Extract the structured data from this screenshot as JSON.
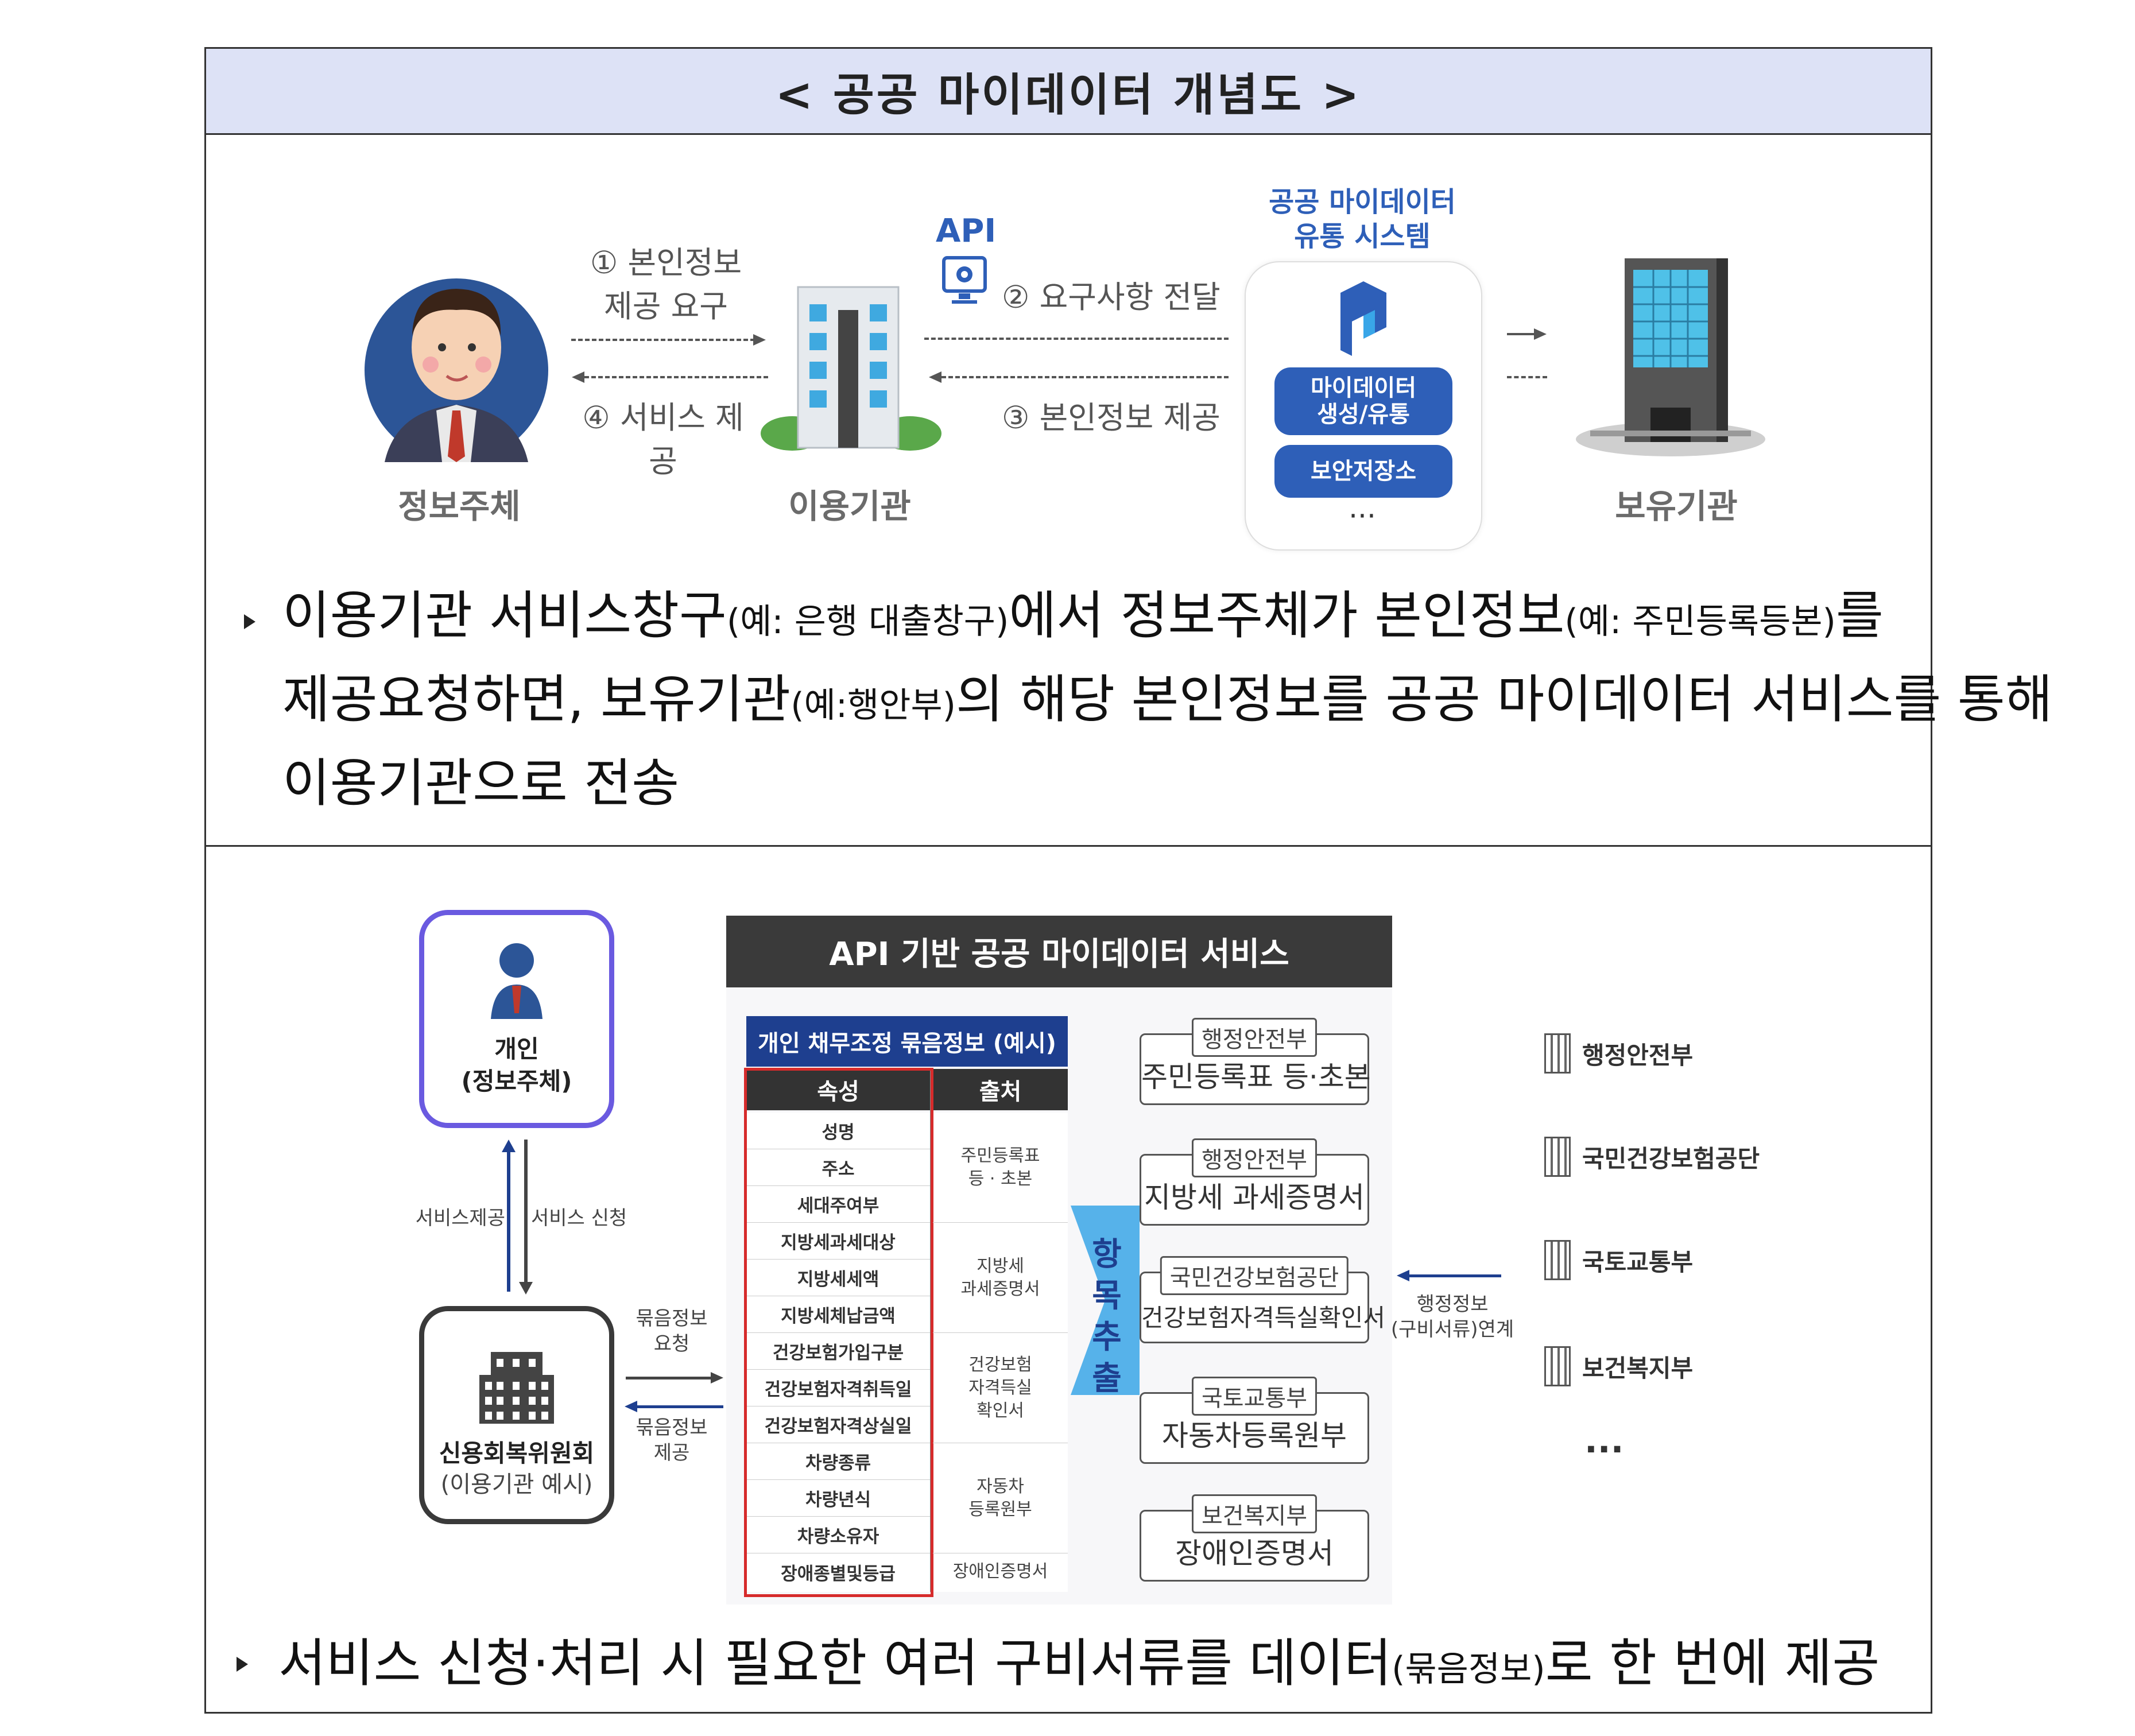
{
  "title": "< 공공 마이데이터 개념도 >",
  "top_diagram": {
    "subject_label": "정보주체",
    "user_org_label": "이용기관",
    "holder_label": "보유기관",
    "api_label": "API",
    "system_title_1": "공공 마이데이터",
    "system_title_2": "유통 시스템",
    "step1_line1": "① 본인정보",
    "step1_line2": "제공 요구",
    "step2": "② 요구사항 전달",
    "step3": "③ 본인정보 제공",
    "step4": "④ 서비스 제공",
    "pill1_line1": "마이데이터",
    "pill1_line2": "생성/유통",
    "pill2": "보안저장소",
    "ellipsis": "···"
  },
  "bullet1": {
    "p1": "이용기관 서비스창구",
    "p2": "(예: 은행 대출창구)",
    "p3": "에서 정보주체가 본인정보",
    "p4": "(예: 주민등록등본)",
    "p5": "를",
    "p6": "제공요청하면, 보유기관",
    "p7": "(예:행안부)",
    "p8": "의 해당 본인정보를 공공 마이데이터 서비스를 통해",
    "p9": "이용기관으로 전송"
  },
  "bottom_diagram": {
    "individual_line1": "개인",
    "individual_line2": "(정보주체)",
    "service_provide": "서비스제공",
    "service_apply": "서비스 신청",
    "agency_line1": "신용회복위원회",
    "agency_line2": "(이용기관 예시)",
    "bundle_request_1": "묶음정보",
    "bundle_request_2": "요청",
    "bundle_provide_1": "묶음정보",
    "bundle_provide_2": "제공",
    "panel_title": "API 기반 공공 마이데이터 서비스",
    "table_title": "개인 채무조정 묶음정보 (예시)",
    "col_attr": "속성",
    "col_source": "출처",
    "attributes": [
      "성명",
      "주소",
      "세대주여부",
      "지방세과세대상",
      "지방세세액",
      "지방세체납금액",
      "건강보험가입구분",
      "건강보험자격취득일",
      "건강보험자격상실일",
      "차량종류",
      "차량년식",
      "차량소유자",
      "장애종별및등급"
    ],
    "sources": [
      {
        "line1": "주민등록표",
        "line2": "등 · 초본"
      },
      {
        "line1": "지방세",
        "line2": "과세증명서"
      },
      {
        "line1": "건강보험",
        "line2": "자격득실",
        "line3": "확인서"
      },
      {
        "line1": "자동차",
        "line2": "등록원부"
      },
      {
        "line1": "장애인증명서"
      }
    ],
    "extract_1": "항목",
    "extract_2": "추출",
    "docs": [
      {
        "tag": "행정안전부",
        "title": "주민등록표 등·초본"
      },
      {
        "tag": "행정안전부",
        "title": "지방세 과세증명서"
      },
      {
        "tag": "국민건강보험공단",
        "title": "건강보험자격득실확인서"
      },
      {
        "tag": "국토교통부",
        "title": "자동차등록원부"
      },
      {
        "tag": "보건복지부",
        "title": "장애인증명서"
      }
    ],
    "admin_link_1": "행정정보",
    "admin_link_2": "(구비서류)연계",
    "agencies": [
      "행정안전부",
      "국민건강보험공단",
      "국토교통부",
      "보건복지부"
    ],
    "agencies_more": "···"
  },
  "bullet2": {
    "p1": "서비스 신청·처리 시 필요한 여러 구비서류를 데이터",
    "p2": "(묶음정보)",
    "p3": "로 한 번에 제공"
  },
  "colors": {
    "title_bg": "#dde2f6",
    "system_blue": "#2e5fb8",
    "table_blue": "#1e3f8f",
    "highlight_red": "#d62b2b",
    "extract_blue": "#39a6e8"
  }
}
